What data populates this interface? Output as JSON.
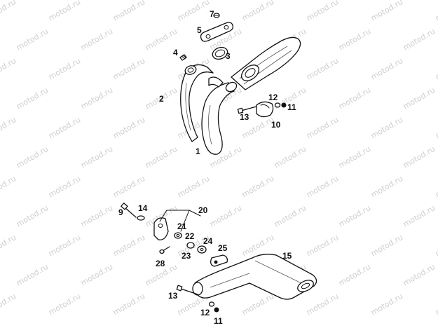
{
  "watermark_text": "motod.ru",
  "callouts": [
    {
      "id": "c1",
      "label": "1"
    },
    {
      "id": "c2",
      "label": "2"
    },
    {
      "id": "c3",
      "label": "3"
    },
    {
      "id": "c4",
      "label": "4"
    },
    {
      "id": "c5",
      "label": "5"
    },
    {
      "id": "c7",
      "label": "7"
    },
    {
      "id": "c12a",
      "label": "12"
    },
    {
      "id": "c11a",
      "label": "11"
    },
    {
      "id": "c13a",
      "label": "13"
    },
    {
      "id": "c10",
      "label": "10"
    },
    {
      "id": "c9",
      "label": "9"
    },
    {
      "id": "c14",
      "label": "14"
    },
    {
      "id": "c20",
      "label": "20"
    },
    {
      "id": "c21",
      "label": "21"
    },
    {
      "id": "c22",
      "label": "22"
    },
    {
      "id": "c23",
      "label": "23"
    },
    {
      "id": "c24",
      "label": "24"
    },
    {
      "id": "c25",
      "label": "25"
    },
    {
      "id": "c28",
      "label": "28"
    },
    {
      "id": "c15",
      "label": "15"
    },
    {
      "id": "c13b",
      "label": "13"
    },
    {
      "id": "c12b",
      "label": "12"
    },
    {
      "id": "c11b",
      "label": "11"
    }
  ]
}
